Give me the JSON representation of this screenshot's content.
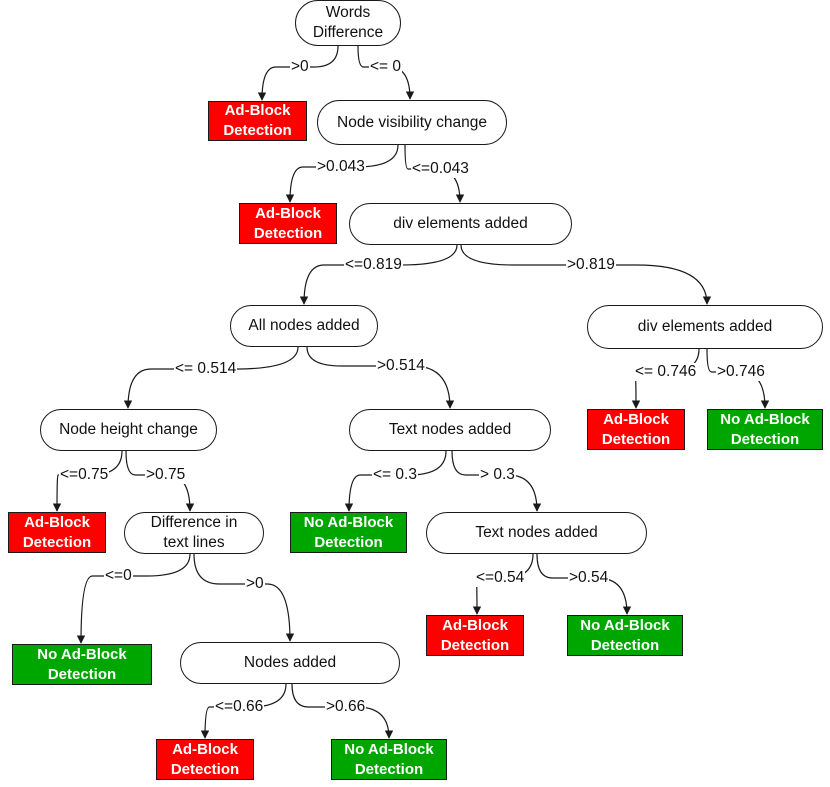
{
  "tree": {
    "nodes": [
      {
        "id": "n_words",
        "type": "decision",
        "text": "Words\nDifference"
      },
      {
        "id": "n_vis",
        "type": "decision",
        "text": "Node visibility change"
      },
      {
        "id": "n_div1",
        "type": "decision",
        "text": "div elements added"
      },
      {
        "id": "n_all",
        "type": "decision",
        "text": "All nodes added"
      },
      {
        "id": "n_div2",
        "type": "decision",
        "text": "div elements added"
      },
      {
        "id": "n_height",
        "type": "decision",
        "text": "Node height change"
      },
      {
        "id": "n_text1",
        "type": "decision",
        "text": "Text nodes added"
      },
      {
        "id": "n_diff",
        "type": "decision",
        "text": "Difference in\ntext lines"
      },
      {
        "id": "n_text2",
        "type": "decision",
        "text": "Text nodes added"
      },
      {
        "id": "n_nodes",
        "type": "decision",
        "text": "Nodes added"
      },
      {
        "id": "l1",
        "type": "ad",
        "text": "Ad-Block\nDetection"
      },
      {
        "id": "l2",
        "type": "ad",
        "text": "Ad-Block\nDetection"
      },
      {
        "id": "l3",
        "type": "ad",
        "text": "Ad-Block\nDetection"
      },
      {
        "id": "l4",
        "type": "noad",
        "text": "No Ad-Block\nDetection"
      },
      {
        "id": "l5",
        "type": "ad",
        "text": "Ad-Block\nDetection"
      },
      {
        "id": "l6",
        "type": "noad",
        "text": "No Ad-Block\nDetection"
      },
      {
        "id": "l7",
        "type": "noad",
        "text": "No Ad-Block\nDetection"
      },
      {
        "id": "l8",
        "type": "ad",
        "text": "Ad-Block\nDetection"
      },
      {
        "id": "l9",
        "type": "noad",
        "text": "No Ad-Block\nDetection"
      },
      {
        "id": "l10",
        "type": "ad",
        "text": "Ad-Block\nDetection"
      },
      {
        "id": "l11",
        "type": "noad",
        "text": "No Ad-Block\nDetection"
      }
    ],
    "edges": [
      {
        "from": "n_words",
        "to": "l1",
        "label": ">0"
      },
      {
        "from": "n_words",
        "to": "n_vis",
        "label": "<= 0"
      },
      {
        "from": "n_vis",
        "to": "l2",
        "label": ">0.043"
      },
      {
        "from": "n_vis",
        "to": "n_div1",
        "label": "<=0.043"
      },
      {
        "from": "n_div1",
        "to": "n_all",
        "label": "<=0.819"
      },
      {
        "from": "n_div1",
        "to": "n_div2",
        "label": ">0.819"
      },
      {
        "from": "n_div2",
        "to": "l3",
        "label": "<= 0.746"
      },
      {
        "from": "n_div2",
        "to": "l4",
        "label": ">0.746"
      },
      {
        "from": "n_all",
        "to": "n_height",
        "label": "<= 0.514"
      },
      {
        "from": "n_all",
        "to": "n_text1",
        "label": ">0.514"
      },
      {
        "from": "n_height",
        "to": "l5",
        "label": "<=0.75"
      },
      {
        "from": "n_height",
        "to": "n_diff",
        "label": ">0.75"
      },
      {
        "from": "n_text1",
        "to": "l6",
        "label": "<= 0.3"
      },
      {
        "from": "n_text1",
        "to": "n_text2",
        "label": "> 0.3"
      },
      {
        "from": "n_diff",
        "to": "l7",
        "label": "<=0"
      },
      {
        "from": "n_diff",
        "to": "n_nodes",
        "label": ">0"
      },
      {
        "from": "n_text2",
        "to": "l8",
        "label": "<=0.54"
      },
      {
        "from": "n_text2",
        "to": "l9",
        "label": ">0.54"
      },
      {
        "from": "n_nodes",
        "to": "l10",
        "label": "<=0.66"
      },
      {
        "from": "n_nodes",
        "to": "l11",
        "label": ">0.66"
      }
    ]
  },
  "colors": {
    "ad": "#ff0000",
    "noad": "#00a600",
    "line": "#1a1a1a"
  }
}
